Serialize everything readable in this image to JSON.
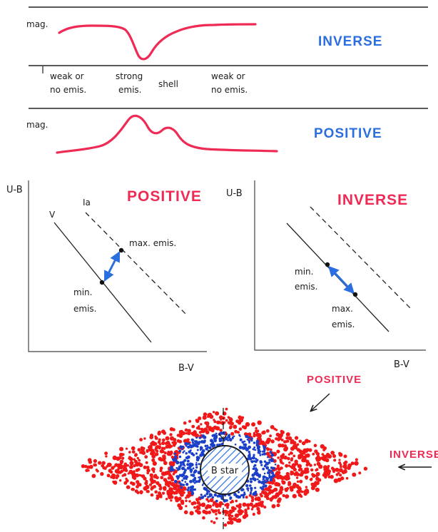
{
  "light_curves": {
    "inverse": {
      "ylabel": "mag.",
      "label": "INVERSE"
    },
    "phases": {
      "weak1_line1": "weak or",
      "weak1_line2": "no emis.",
      "strong_line1": "strong",
      "strong_line2": "emis.",
      "shell": "shell",
      "weak2_line1": "weak or",
      "weak2_line2": "no emis."
    },
    "positive": {
      "ylabel": "mag.",
      "label": "POSITIVE"
    }
  },
  "color_diagrams": {
    "positive": {
      "title": "POSITIVE",
      "ylabel": "U-B",
      "xlabel": "B-V",
      "line_v": "V",
      "line_ia": "Ia",
      "max_label": "max. emis.",
      "min_line1": "min.",
      "min_line2": "emis."
    },
    "inverse": {
      "title": "INVERSE",
      "ylabel": "U-B",
      "xlabel": "B-V",
      "min_line1": "min.",
      "min_line2": "emis.",
      "max_line1": "max.",
      "max_line2": "emis."
    }
  },
  "disk": {
    "positive_label": "POSITIVE",
    "inverse_label": "INVERSE",
    "star_label": "B star"
  },
  "colors": {
    "red": "#ee2a55",
    "blue": "#2a6ee0",
    "dot_red": "#f01818",
    "dot_blue": "#1a3fc8",
    "ink": "#1c1c1c"
  }
}
